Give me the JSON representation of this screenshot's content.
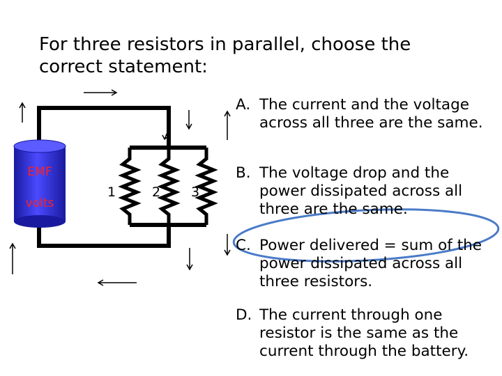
{
  "title": "For three resistors in parallel, choose the correct statement:",
  "battery": {
    "emf_label": "EMF",
    "volts_label": "volts",
    "body_color": "#3333dd",
    "label_color": "#ff2020"
  },
  "resistors": [
    {
      "label": "1"
    },
    {
      "label": "2"
    },
    {
      "label": "3"
    }
  ],
  "options": [
    {
      "letter": "A.",
      "text": "The current and the voltage across all three are the same."
    },
    {
      "letter": "B.",
      "text": "The voltage drop and the power dissipated across all three are the same."
    },
    {
      "letter": "C.",
      "text": "Power delivered = sum of the power dissipated across all three resistors."
    },
    {
      "letter": "D.",
      "text": "The current through one resistor is the same as the current through the battery."
    }
  ],
  "highlight": {
    "target": "C",
    "color": "#4a7bc8"
  }
}
